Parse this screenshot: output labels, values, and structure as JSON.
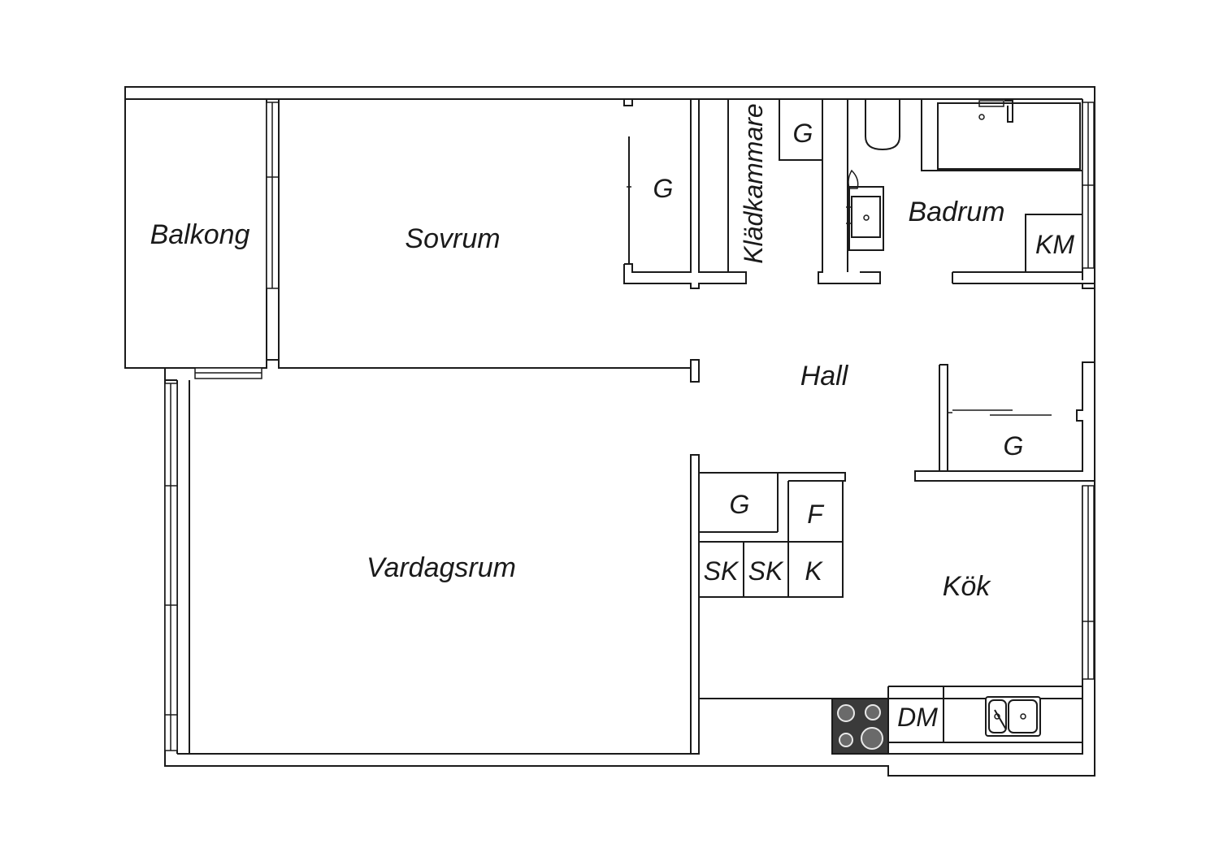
{
  "rooms": {
    "balkong": "Balkong",
    "sovrum": "Sovrum",
    "kladkammare": "Klädkammare",
    "badrum": "Badrum",
    "hall": "Hall",
    "vardagsrum": "Vardagsrum",
    "kok": "Kök"
  },
  "fixtures": {
    "garderob": "G",
    "tvattmaskin": "KM",
    "frys": "F",
    "kyl": "K",
    "skap": "SK",
    "diskmaskin": "DM"
  },
  "colors": {
    "line": "#1a1a1a",
    "background": "#ffffff",
    "stove": "#3a3a3a"
  }
}
